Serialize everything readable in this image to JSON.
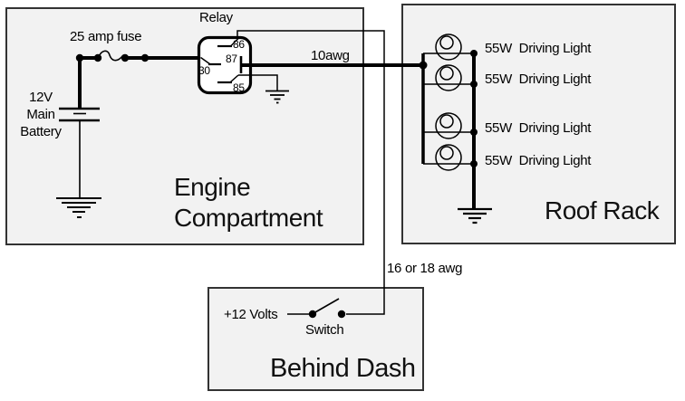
{
  "colors": {
    "background": "#ffffff",
    "box_fill": "#f2f2f2",
    "box_border": "#333333",
    "wire": "#000000",
    "text": "#000000"
  },
  "engine_compartment": {
    "title": "Engine Compartment",
    "relay": {
      "label": "Relay",
      "pins": {
        "p86": "86",
        "p87": "87",
        "p30": "30",
        "p85": "85"
      }
    },
    "fuse_label": "25 amp fuse",
    "battery": {
      "line1": "12V",
      "line2": "Main",
      "line3": "Battery"
    }
  },
  "roof_rack": {
    "title": "Roof Rack",
    "lights": [
      {
        "label": "55W  Driving Light"
      },
      {
        "label": "55W  Driving Light"
      },
      {
        "label": "55W  Driving Light"
      },
      {
        "label": "55W  Driving Light"
      }
    ]
  },
  "behind_dash": {
    "title": "Behind Dash",
    "power_label": "+12 Volts",
    "switch_label": "Switch"
  },
  "wires": {
    "main_gauge_label": "10awg",
    "switch_gauge_label": "16 or 18 awg"
  }
}
